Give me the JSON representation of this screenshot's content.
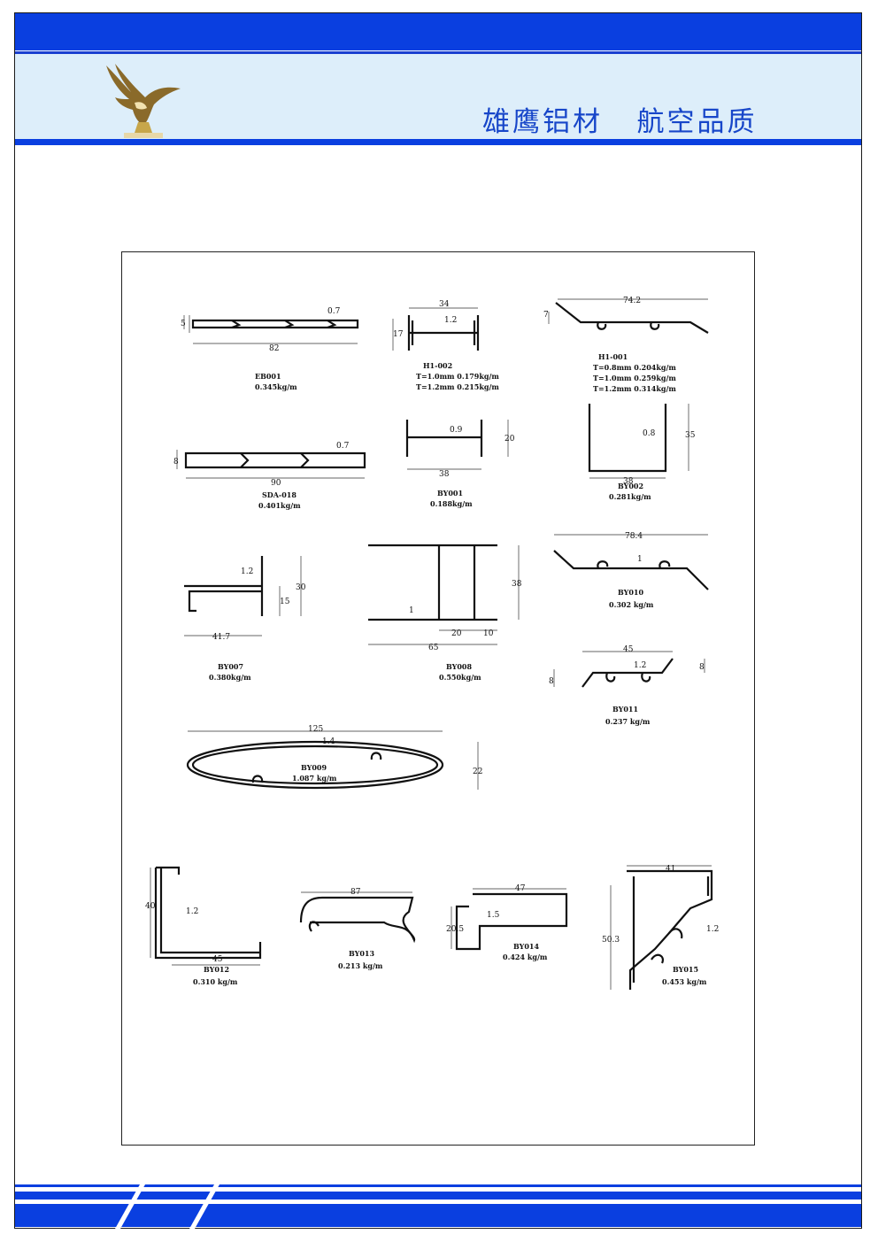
{
  "header": {
    "slogan": "雄鹰铝材   航空品质",
    "logo_icon": "eagle-icon",
    "brand_color": "#0a3fe0"
  },
  "profiles": [
    {
      "code": "EB001",
      "weight": "0.345kg/m",
      "dims": [
        "5",
        "0.7",
        "82"
      ]
    },
    {
      "code": "H1-002",
      "weight_lines": [
        "T=1.0mm 0.179kg/m",
        "T=1.2mm 0.215kg/m"
      ],
      "dims": [
        "34",
        "1.2",
        "17"
      ]
    },
    {
      "code": "H1-001",
      "weight_lines": [
        "T=0.8mm  0.204kg/m",
        "T=1.0mm  0.259kg/m",
        "T=1.2mm  0.314kg/m"
      ],
      "dims": [
        "74.2",
        "7"
      ]
    },
    {
      "code": "SDA-018",
      "weight": "0.401kg/m",
      "dims": [
        "8",
        "0.7",
        "90"
      ]
    },
    {
      "code": "BY001",
      "weight": "0.188kg/m",
      "dims": [
        "0.9",
        "20",
        "38"
      ]
    },
    {
      "code": "BY002",
      "weight": "0.281kg/m",
      "dims": [
        "0.8",
        "35",
        "38"
      ]
    },
    {
      "code": "BY007",
      "weight": "0.380kg/m",
      "dims": [
        "1.2",
        "30",
        "15",
        "41.7"
      ]
    },
    {
      "code": "BY008",
      "weight": "0.550kg/m",
      "dims": [
        "38",
        "1",
        "20",
        "10",
        "65"
      ]
    },
    {
      "code": "BY010",
      "weight": "0.302 kg/m",
      "dims": [
        "78.4",
        "1"
      ]
    },
    {
      "code": "BY011",
      "weight": "0.237 kg/m",
      "dims": [
        "45",
        "1.2",
        "8",
        "8"
      ]
    },
    {
      "code": "BY009",
      "weight": "1.087 kg/m",
      "dims": [
        "125",
        "1.4",
        "22"
      ]
    },
    {
      "code": "BY012",
      "weight": "0.310 kg/m",
      "dims": [
        "40",
        "1.2",
        "45"
      ]
    },
    {
      "code": "BY013",
      "weight": "0.213 kg/m",
      "dims": [
        "87"
      ]
    },
    {
      "code": "BY014",
      "weight": "0.424 kg/m",
      "dims": [
        "47",
        "1.5",
        "20.5"
      ]
    },
    {
      "code": "BY015",
      "weight": "0.453 kg/m",
      "dims": [
        "41",
        "50.3",
        "1.2"
      ]
    }
  ]
}
